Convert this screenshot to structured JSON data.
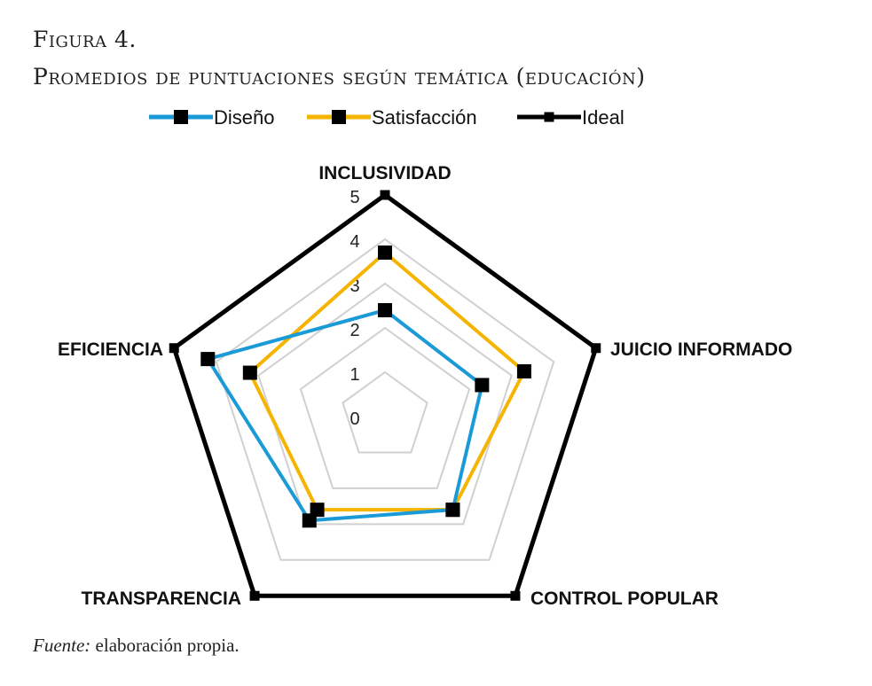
{
  "figure": {
    "number": "Figura 4.",
    "caption": "Promedios de puntuaciones según temática (educación)",
    "source_label": "Fuente:",
    "source_text": " elaboración propia."
  },
  "chart_data": {
    "type": "radar",
    "title": "Promedios de puntuaciones según temática (educación)",
    "categories": [
      "INCLUSIVIDAD",
      "JUICIO INFORMADO",
      "CONTROL POPULAR",
      "TRANSPARENCIA",
      "EFICIENCIA"
    ],
    "rlim": [
      0,
      5
    ],
    "ticks": [
      "0",
      "1",
      "2",
      "3",
      "4",
      "5"
    ],
    "legend_position": "top",
    "series": [
      {
        "name": "Diseño",
        "color": "#1a9ad6",
        "values": [
          2.4,
          2.3,
          2.6,
          2.9,
          4.2
        ]
      },
      {
        "name": "Satisfacción",
        "color": "#f5b400",
        "values": [
          3.7,
          3.3,
          2.6,
          2.6,
          3.2
        ]
      },
      {
        "name": "Ideal",
        "color": "#000000",
        "values": [
          5,
          5,
          5,
          5,
          5
        ]
      }
    ]
  }
}
